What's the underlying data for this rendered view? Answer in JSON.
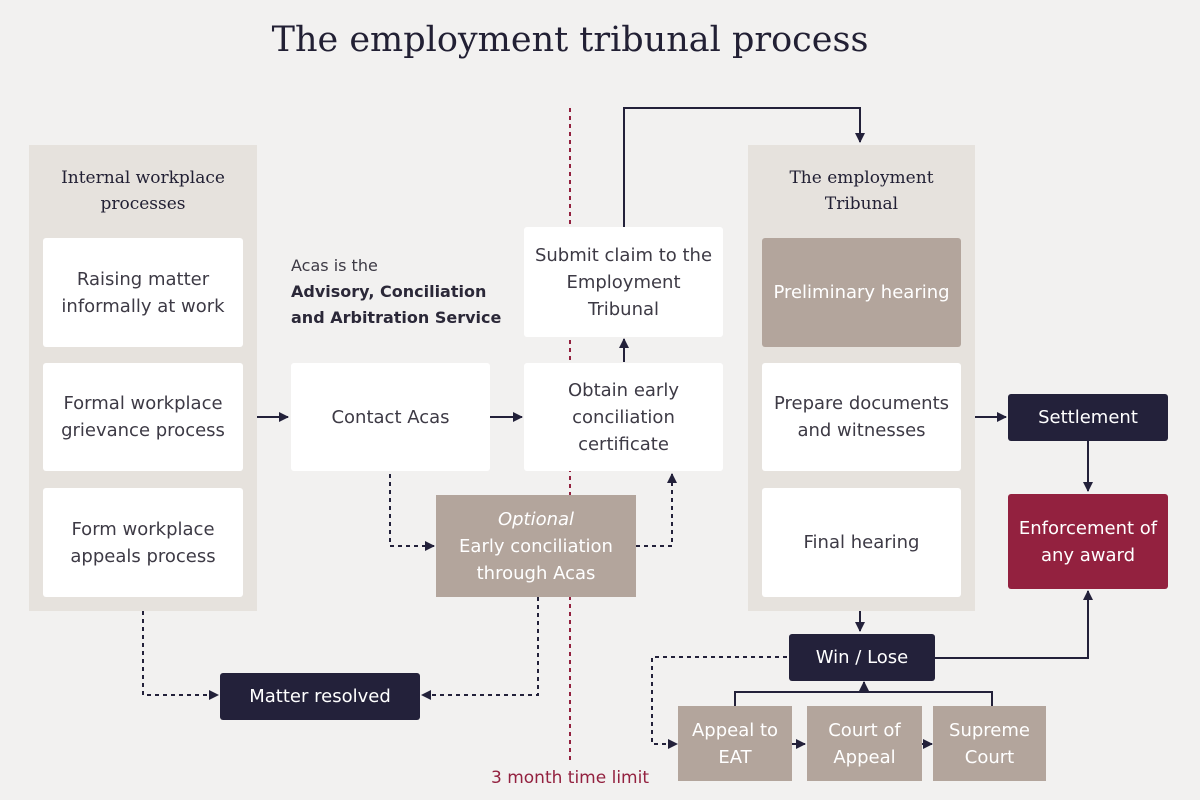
{
  "title": "The employment tribunal process",
  "panels": {
    "internal": "Internal workplace processes",
    "tribunal": "The employment Tribunal"
  },
  "boxes": {
    "raising": "Raising matter informally at work",
    "formal": "Formal workplace grievance process",
    "appeals": "Form workplace appeals process",
    "contact_acas": "Contact Acas",
    "obtain_cert": "Obtain early conciliation certificate",
    "submit_claim": "Submit claim to the Employment Tribunal",
    "optional_label": "Optional",
    "early_conciliation": "Early conciliation through Acas",
    "preliminary": "Preliminary hearing",
    "prepare": "Prepare documents and witnesses",
    "final": "Final hearing",
    "settlement": "Settlement",
    "enforcement": "Enforcement of any award",
    "win_lose": "Win / Lose",
    "appeal_eat": "Appeal to EAT",
    "court_appeal": "Court of Appeal",
    "supreme": "Supreme Court",
    "matter_resolved": "Matter resolved"
  },
  "acas_note": {
    "line1": "Acas is the",
    "line2": "Advisory, Conciliation",
    "line3": "and Arbitration Service"
  },
  "time_limit": "3 month time limit",
  "colors": {
    "background": "#f2f1f0",
    "panel": "#e6e2dd",
    "taupe": "#b3a59c",
    "navy": "#23213a",
    "crimson": "#93213f"
  }
}
